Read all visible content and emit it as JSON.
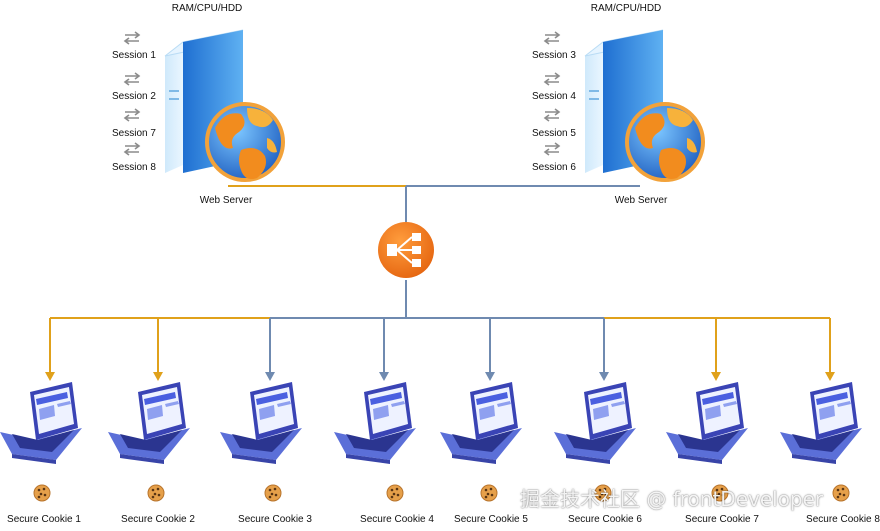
{
  "servers": [
    {
      "resources_label": "RAM/CPU/HDD",
      "name": "Web Server",
      "sessions": [
        "Session 1",
        "Session 2",
        "Session 7",
        "Session 8"
      ],
      "link_color": "#e0a11b"
    },
    {
      "resources_label": "RAM/CPU/HDD",
      "name": "Web Server",
      "sessions": [
        "Session 3",
        "Session 4",
        "Session 5",
        "Session 6"
      ],
      "link_color": "#6f8ab0"
    }
  ],
  "load_balancer": {
    "icon": "load-balancer-icon",
    "color": "#f07d20"
  },
  "clients": [
    {
      "cookie_label": "Secure Cookie 1",
      "link_color": "#e0a11b"
    },
    {
      "cookie_label": "Secure Cookie 2",
      "link_color": "#e0a11b"
    },
    {
      "cookie_label": "Secure Cookie 3",
      "link_color": "#6f8ab0"
    },
    {
      "cookie_label": "Secure Cookie 4",
      "link_color": "#6f8ab0"
    },
    {
      "cookie_label": "Secure Cookie 5",
      "link_color": "#6f8ab0"
    },
    {
      "cookie_label": "Secure Cookie 6",
      "link_color": "#6f8ab0"
    },
    {
      "cookie_label": "Secure Cookie 7",
      "link_color": "#e0a11b"
    },
    {
      "cookie_label": "Secure Cookie 8",
      "link_color": "#e0a11b"
    }
  ],
  "watermark": "掘金技术社区 @ frontDeveloper"
}
